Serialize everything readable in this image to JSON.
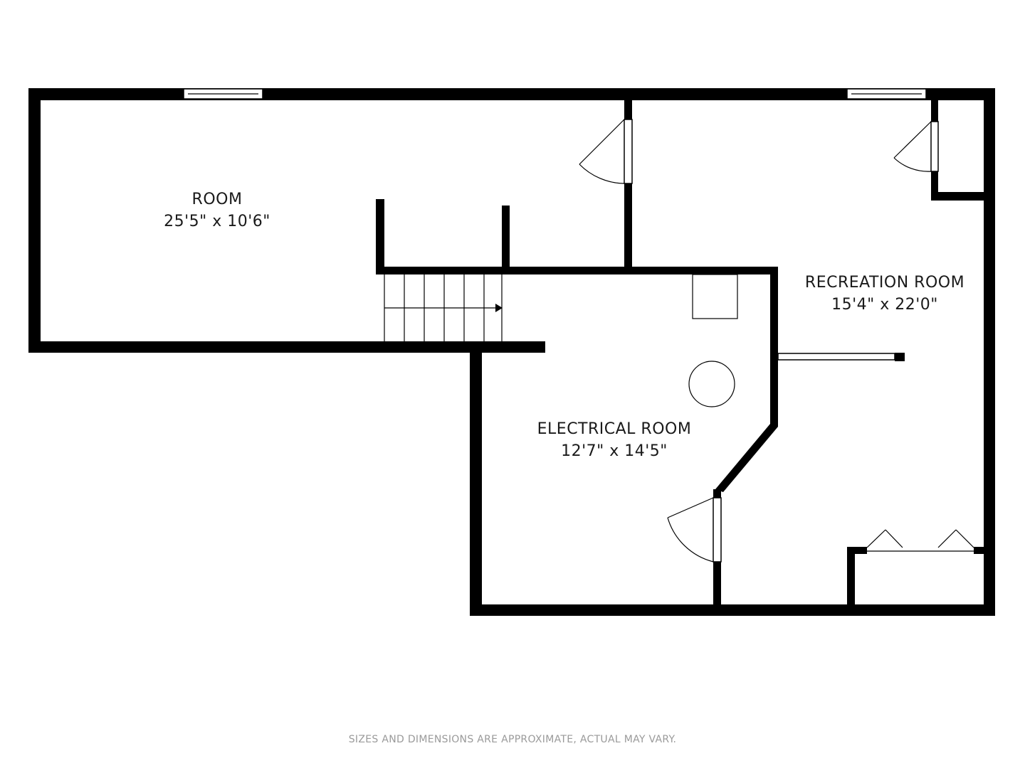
{
  "rooms": [
    {
      "name": "ROOM",
      "dimensions": "25'5\" x 10'6\""
    },
    {
      "name": "RECREATION ROOM",
      "dimensions": "15'4\" x 22'0\""
    },
    {
      "name": "ELECTRICAL ROOM",
      "dimensions": "12'7\" x 14'5\""
    }
  ],
  "disclaimer": "SIZES AND DIMENSIONS ARE APPROXIMATE, ACTUAL MAY VARY.",
  "colors": {
    "wall": "#000000",
    "background": "#ffffff",
    "disclaimer": "#9a9a9a"
  }
}
